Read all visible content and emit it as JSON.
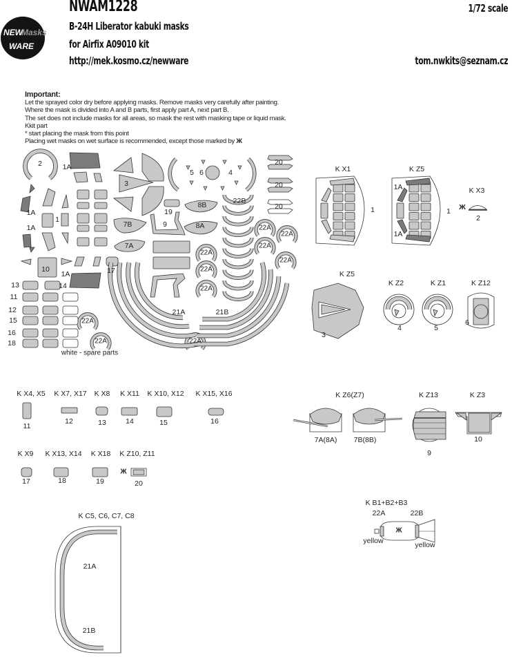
{
  "header": {
    "product_code": "NWAM1228",
    "scale": "1/72 scale",
    "title": "B-24H Liberator kabuki masks",
    "subtitle": "for Airfix A09010 kit",
    "website": "http://mek.kosmo.cz/newware",
    "email": "tom.nwkits@seznam.cz",
    "logo_text": {
      "line1": "NEW",
      "line2": "Masks",
      "line3": "WARE"
    }
  },
  "instructions": {
    "heading": "Important:",
    "lines": [
      "Let the sprayed color dry before applying masks. Remove masks very carefully after painting.",
      "Where the mask is divided into A and B parts, first apply part A, next part B.",
      "The set does not include masks for all areas, so mask the rest with masking tape or liquid mask.",
      "Kkit part",
      "* start placing the mask from this point",
      "Placing wet masks on wet surface is recommended, except those marked by"
    ]
  },
  "sheet": {
    "labels": [
      "2",
      "1A",
      "3",
      "5",
      "6",
      "4",
      "20",
      "20",
      "20",
      "1A",
      "1",
      "1A",
      "10",
      "1A",
      "17",
      "19",
      "8B",
      "22B",
      "7B",
      "9",
      "8A",
      "7A",
      "21A",
      "21B"
    ],
    "label_22a": "22A",
    "row_labels": [
      "13",
      "14",
      "11",
      "12",
      "15",
      "16",
      "18"
    ],
    "spare_note": "white - spare parts"
  },
  "diagrams_top": {
    "kx1": {
      "title": "K X1",
      "part": "1"
    },
    "kz5": {
      "title": "K Z5",
      "part": "1",
      "part_a": "1A",
      "part_b": "1A"
    },
    "kx3": {
      "title": "K X3",
      "part": "2"
    },
    "kz5b": {
      "title": "K Z5",
      "part": "3"
    },
    "kz2": {
      "title": "K Z2",
      "part": "4"
    },
    "kz1": {
      "title": "K Z1",
      "part": "5"
    },
    "kz12": {
      "title": "K Z12",
      "part": "6"
    }
  },
  "small_parts": [
    {
      "kit": "K X4, X5",
      "part": "11"
    },
    {
      "kit": "K X7, X17",
      "part": "12"
    },
    {
      "kit": "K X8",
      "part": "13"
    },
    {
      "kit": "K X11",
      "part": "14"
    },
    {
      "kit": "K X10, X12",
      "part": "15"
    },
    {
      "kit": "K X15, X16",
      "part": "16"
    },
    {
      "kit": "K X9",
      "part": "17"
    },
    {
      "kit": "K X13, X14",
      "part": "18"
    },
    {
      "kit": "K X18",
      "part": "19"
    },
    {
      "kit": "K Z10, Z11",
      "part": "20"
    }
  ],
  "diagrams_bottom": {
    "kz6": {
      "title": "K Z6(Z7)",
      "part_a": "7A(8A)",
      "part_b": "7B(8B)"
    },
    "kz13": {
      "title": "K Z13",
      "part": "9"
    },
    "kz3": {
      "title": "K Z3",
      "part": "10"
    },
    "bomb": {
      "title": "K B1+B2+B3",
      "part_a": "22A",
      "part_b": "22B",
      "color_a": "yellow",
      "color_b": "yellow"
    },
    "kc": {
      "title": "K C5, C6, C7, C8",
      "part_a": "21A",
      "part_b": "21B"
    }
  },
  "colors": {
    "mask_fill": "#c8c8c8",
    "mask_dark": "#7b7b7b",
    "outline": "#333333"
  }
}
